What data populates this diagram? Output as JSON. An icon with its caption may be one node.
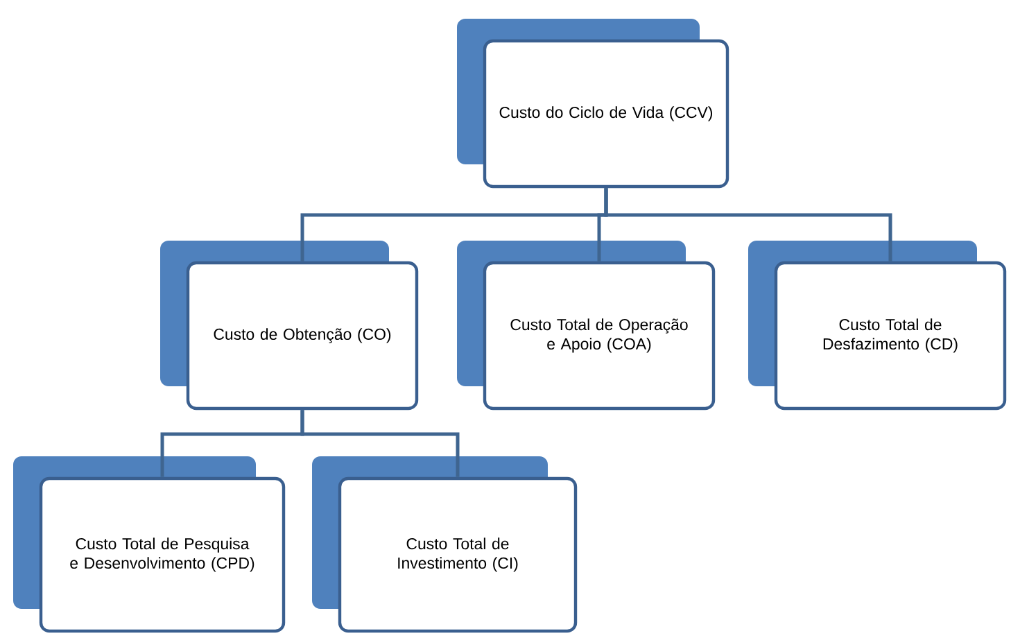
{
  "diagram": {
    "nodes": [
      {
        "text": [
          "Custo do Ciclo de Vida (CCV)"
        ]
      },
      {
        "text": [
          "Custo de Obtenção (CO)"
        ]
      },
      {
        "text": [
          "Custo Total de Operação e Apoio (COA)"
        ]
      },
      {
        "text": [
          "Custo Total de Desfazimento (CD)"
        ]
      },
      {
        "text": [
          "Custo Total de Pesquisa e Desenvolvimento (CPD)"
        ]
      },
      {
        "text": [
          "Custo Total de Investimento (CI)"
        ]
      }
    ],
    "edges": [
      {
        "from": 0,
        "to": 1,
        "arrow": "none"
      },
      {
        "from": 0,
        "to": 2,
        "arrow": "none"
      },
      {
        "from": 0,
        "to": 3,
        "arrow": "none"
      },
      {
        "from": 1,
        "to": 4,
        "arrow": "none"
      },
      {
        "from": 1,
        "to": 5,
        "arrow": "none"
      }
    ]
  }
}
